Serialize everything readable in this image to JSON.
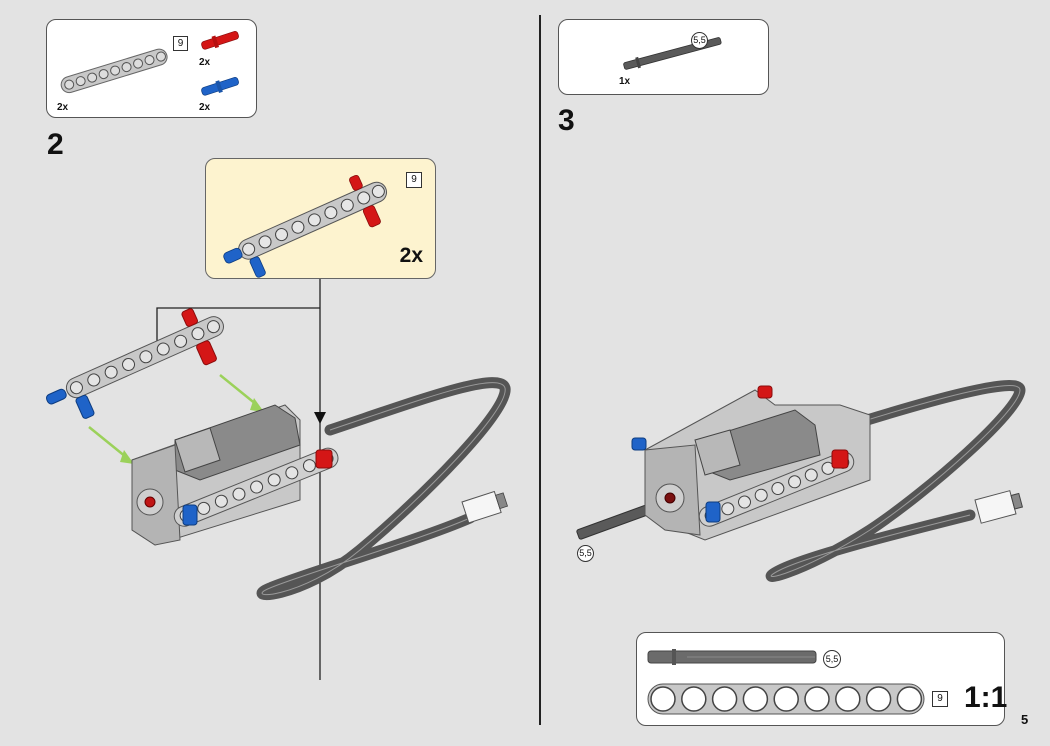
{
  "page_number": "5",
  "colors": {
    "background": "#e3e3e3",
    "callout_background": "#fdf3cf",
    "beam_grey": "#c8c8c8",
    "pin_red": "#d41616",
    "pin_blue": "#1f63c8",
    "arrow_green": "#9bd15a",
    "axle_grey": "#5a5a5a"
  },
  "step2": {
    "number": "2",
    "parts_list": {
      "beam": {
        "name": "technic-beam",
        "length_label": "9",
        "qty": "2x"
      },
      "red_pin": {
        "name": "friction-pin-red",
        "qty": "2x"
      },
      "blue_pin": {
        "name": "axle-pin-blue",
        "qty": "2x"
      }
    },
    "subassembly_callout": {
      "length_label": "9",
      "multiplier": "2x"
    }
  },
  "step3": {
    "number": "3",
    "parts_list": {
      "axle": {
        "name": "axle",
        "length_label": "5,5",
        "qty": "1x"
      }
    },
    "axle_callout_label": "5,5"
  },
  "scale_reference": {
    "axle_label": "5,5",
    "beam_label": "9",
    "beam_holes": 9,
    "scale": "1:1"
  }
}
